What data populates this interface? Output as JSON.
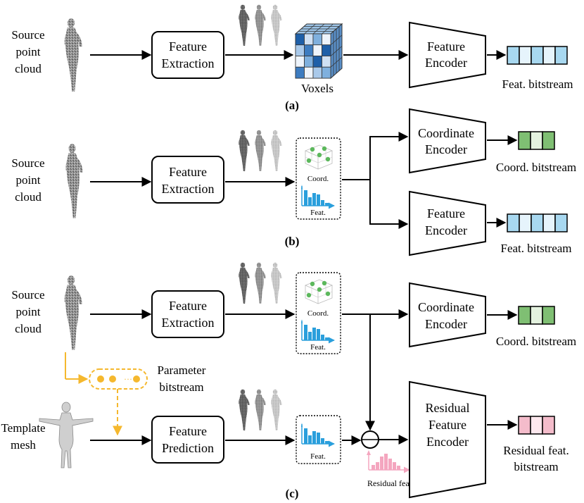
{
  "panel_a": {
    "label": "(a)",
    "source_line1": "Source",
    "source_line2": "point",
    "source_line3": "cloud",
    "extract_line1": "Feature",
    "extract_line2": "Extraction",
    "voxels_label": "Voxels",
    "encoder_line1": "Feature",
    "encoder_line2": "Encoder",
    "bitstream_label": "Feat. bitstream"
  },
  "panel_b": {
    "label": "(b)",
    "source_line1": "Source",
    "source_line2": "point",
    "source_line3": "cloud",
    "extract_line1": "Feature",
    "extract_line2": "Extraction",
    "coord_label": "Coord.",
    "feat_label": "Feat.",
    "coord_encoder_line1": "Coordinate",
    "coord_encoder_line2": "Encoder",
    "coord_bitstream_label": "Coord. bitstream",
    "feat_encoder_line1": "Feature",
    "feat_encoder_line2": "Encoder",
    "feat_bitstream_label": "Feat. bitstream"
  },
  "panel_c": {
    "label": "(c)",
    "source_line1": "Source",
    "source_line2": "point",
    "source_line3": "cloud",
    "extract_line1": "Feature",
    "extract_line2": "Extraction",
    "coord_label": "Coord.",
    "feat_label": "Feat.",
    "coord_encoder_line1": "Coordinate",
    "coord_encoder_line2": "Encoder",
    "coord_bitstream_label": "Coord. bitstream",
    "param_line1": "Parameter",
    "param_line2": "bitstream",
    "param_dots": "···",
    "template_line1": "Template",
    "template_line2": "mesh",
    "predict_line1": "Feature",
    "predict_line2": "Prediction",
    "pred_feat_label": "Feat.",
    "residual_feat_label": "Residual feat.",
    "res_encoder_line1": "Residual",
    "res_encoder_line2": "Feature",
    "res_encoder_line3": "Encoder",
    "res_bitstream_line1": "Residual feat.",
    "res_bitstream_line2": "bitstream"
  },
  "colors": {
    "feat_bitstream": "#a8d8f0",
    "feat_bitstream_light": "#e6f4fc",
    "coord_bitstream": "#7fbf73",
    "coord_bitstream_light": "#e4f2df",
    "residual_bitstream": "#f4bccb",
    "residual_bitstream_light": "#fde8ee",
    "param_yellow": "#f5b82e",
    "histogram_blue": "#2a9fdc",
    "residual_pink": "#f4a6bf",
    "coord_dot_green": "#5cb85c"
  }
}
